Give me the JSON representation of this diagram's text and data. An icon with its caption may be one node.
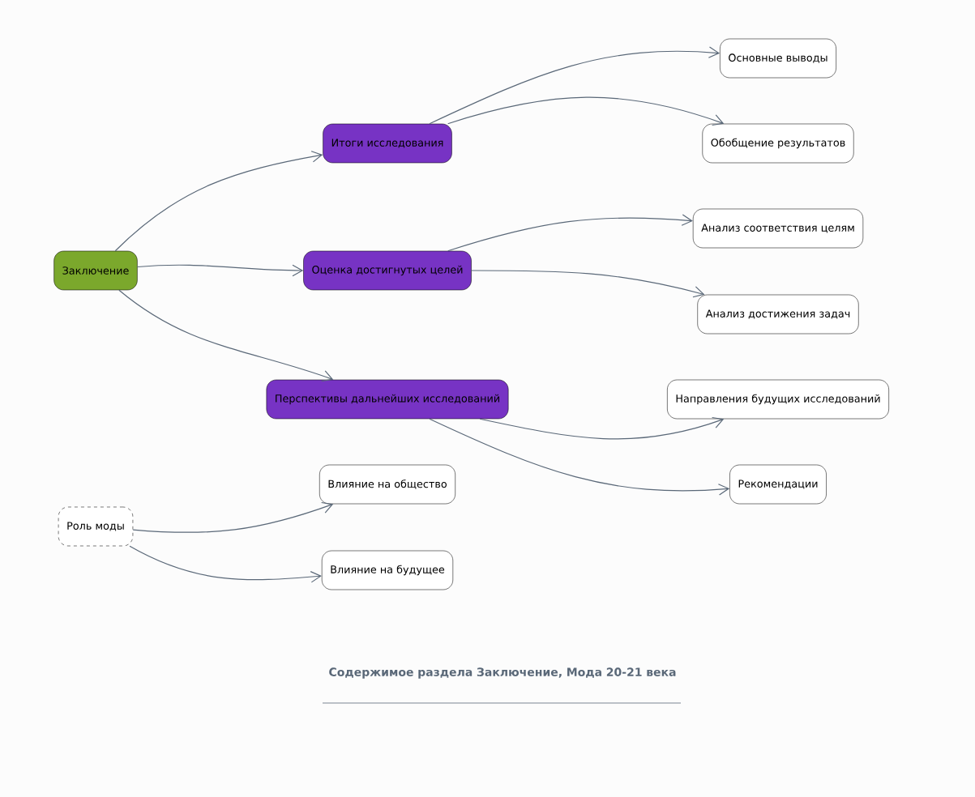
{
  "diagram": {
    "caption": "Содержимое раздела Заключение, Мода 20-21 века",
    "nodes": [
      {
        "text": [
          "Заключение"
        ]
      },
      {
        "text": [
          "Итоги исследования"
        ]
      },
      {
        "text": [
          "Оценка достигнутых целей"
        ]
      },
      {
        "text": [
          "Перспективы дальнейших исследований"
        ]
      },
      {
        "text": [
          "Основные выводы"
        ]
      },
      {
        "text": [
          "Обобщение результатов"
        ]
      },
      {
        "text": [
          "Анализ соответствия целям"
        ]
      },
      {
        "text": [
          "Анализ достижения задач"
        ]
      },
      {
        "text": [
          "Направления будущих исследований"
        ]
      },
      {
        "text": [
          "Рекомендации"
        ]
      },
      {
        "text": [
          "Роль моды"
        ]
      },
      {
        "text": [
          "Влияние на общество"
        ]
      },
      {
        "text": [
          "Влияние на будущее"
        ]
      }
    ],
    "edges": [
      {
        "from": 0,
        "to": 1,
        "arrow": "to"
      },
      {
        "from": 0,
        "to": 2,
        "arrow": "to"
      },
      {
        "from": 0,
        "to": 3,
        "arrow": "to"
      },
      {
        "from": 1,
        "to": 4,
        "arrow": "to"
      },
      {
        "from": 1,
        "to": 5,
        "arrow": "to"
      },
      {
        "from": 2,
        "to": 6,
        "arrow": "to"
      },
      {
        "from": 2,
        "to": 7,
        "arrow": "to"
      },
      {
        "from": 3,
        "to": 8,
        "arrow": "to"
      },
      {
        "from": 3,
        "to": 9,
        "arrow": "to"
      },
      {
        "from": 10,
        "to": 11,
        "arrow": "to"
      },
      {
        "from": 10,
        "to": 12,
        "arrow": "to"
      }
    ]
  }
}
